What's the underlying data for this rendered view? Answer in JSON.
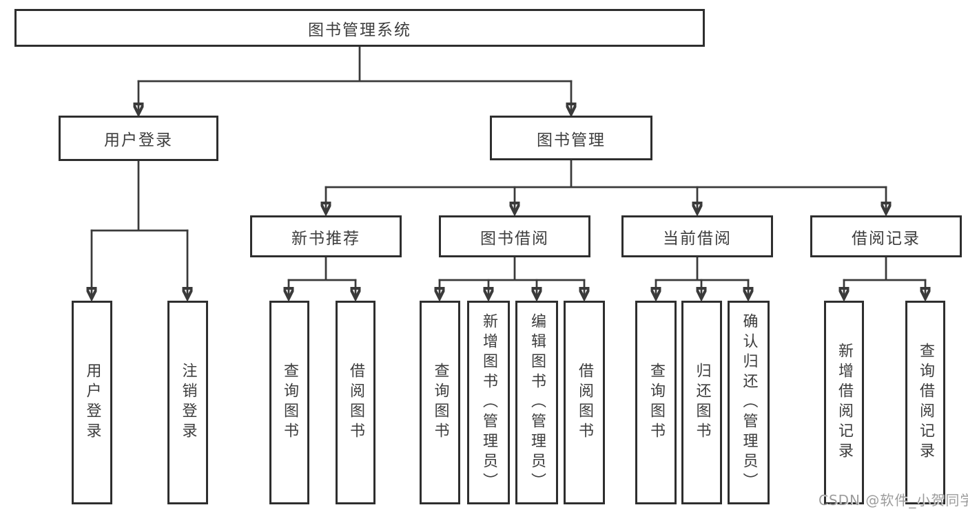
{
  "diagram": {
    "root": {
      "label": "图书管理系统",
      "children": [
        {
          "label": "用户登录",
          "children": [
            {
              "label": "用户登录"
            },
            {
              "label": "注销登录"
            }
          ]
        },
        {
          "label": "图书管理",
          "children": [
            {
              "label": "新书推荐",
              "children": [
                {
                  "label": "查询图书"
                },
                {
                  "label": "借阅图书"
                }
              ]
            },
            {
              "label": "图书借阅",
              "children": [
                {
                  "label": "查询图书"
                },
                {
                  "label": "新增图书（管理员）"
                },
                {
                  "label": "编辑图书（管理员）"
                },
                {
                  "label": "借阅图书"
                }
              ]
            },
            {
              "label": "当前借阅",
              "children": [
                {
                  "label": "查询图书"
                },
                {
                  "label": "归还图书"
                },
                {
                  "label": "确认归还（管理员）"
                }
              ]
            },
            {
              "label": "借阅记录",
              "children": [
                {
                  "label": "新增借阅记录"
                },
                {
                  "label": "查询借阅记录"
                }
              ]
            }
          ]
        }
      ]
    },
    "watermark": {
      "text": "CSDN @软件_小贺同学"
    },
    "colors": {
      "line": "#3a3a3a",
      "box_border": "#2e2e2e",
      "text": "#3d3d3d",
      "background": "#ffffff",
      "watermark": "#9c9c9c"
    }
  }
}
